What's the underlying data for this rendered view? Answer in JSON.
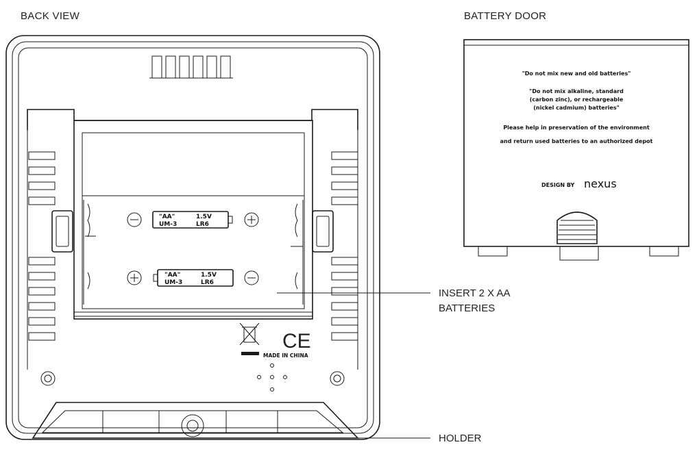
{
  "headings": {
    "back_view": "BACK VIEW",
    "battery_door": "BATTERY DOOR"
  },
  "callouts": {
    "batteries_line1": "INSERT 2 X AA",
    "batteries_line2": "BATTERIES",
    "holder": "HOLDER"
  },
  "battery_labels": {
    "size": "\"AA\"",
    "voltage": "1.5V",
    "code_a": "UM-3",
    "code_b": "LR6"
  },
  "marks": {
    "ce": "CE",
    "made_in": "MADE IN CHINA"
  },
  "door_text": {
    "warning1": "\"Do not mix new and old batteries\"",
    "warning2_line1": "\"Do not mix alkaline, standard",
    "warning2_line2": "(carbon zinc), or rechargeable",
    "warning2_line3": "(nickel cadmium) batteries\"",
    "env_line1": "Please help in preservation of the environment",
    "env_line2": "and return used batteries to an authorized depot",
    "design_prefix": "DESIGN BY",
    "brand": "nexus"
  }
}
